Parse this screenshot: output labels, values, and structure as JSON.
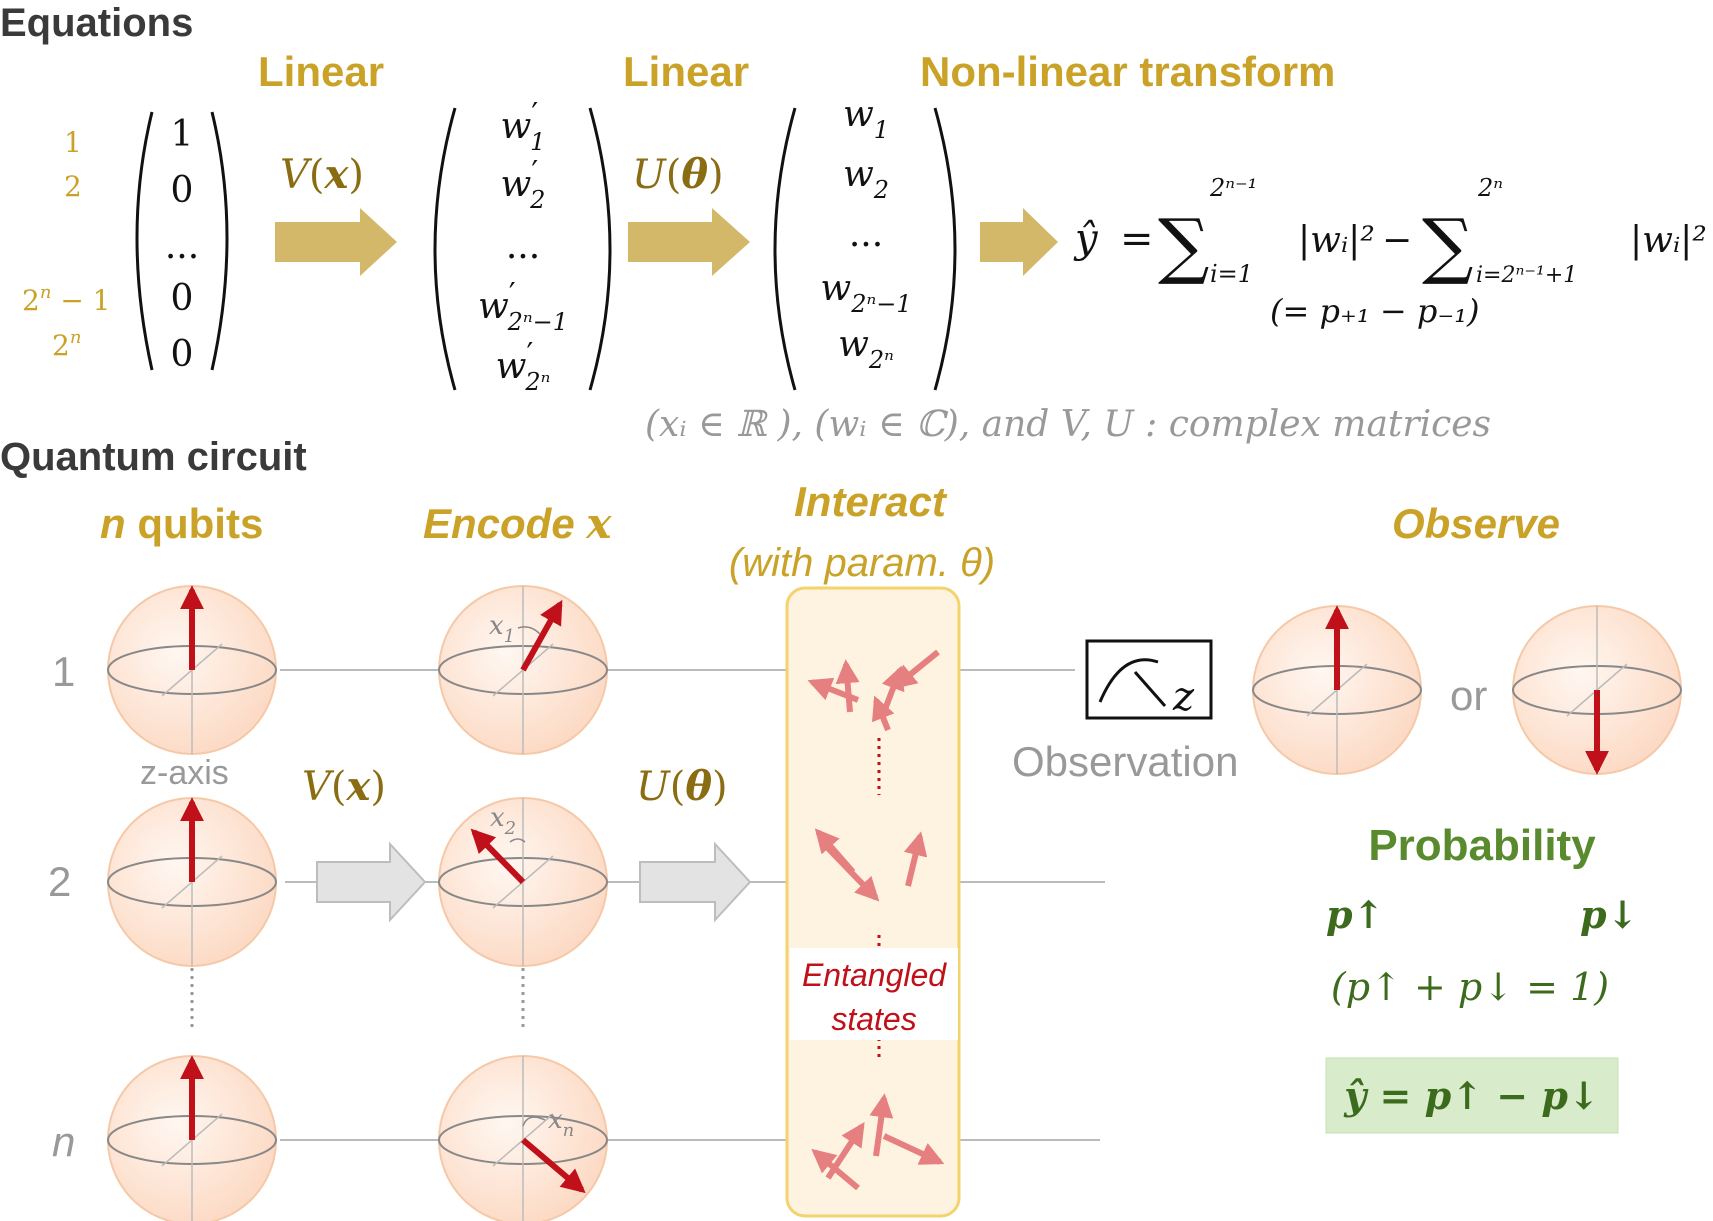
{
  "colors": {
    "gold": "#c9a227",
    "dark_gold": "#8a6d12",
    "gray": "#999999",
    "dark": "#3a3a3a",
    "red": "#c0101a",
    "pink_arrow": "#e57f80",
    "green": "#5a8a2e",
    "dark_green": "#3c6b1e",
    "green_box": "#d8eccb",
    "panel_fill": "#fdf3e0",
    "panel_stroke": "#f3d36d",
    "sphere": "#fcdcc7"
  },
  "equations": {
    "heading": "Equations",
    "linear_label_1": "Linear",
    "linear_label_2": "Linear",
    "nonlinear_label": "Non-linear transform",
    "row_index_1": "1",
    "row_index_2": "2",
    "row_index_n1_base": "2",
    "row_index_n1_exp": "n",
    "row_index_n1_tail": " − 1",
    "row_index_n_base": "2",
    "row_index_n_exp": "n",
    "input_vector": [
      "1",
      "0",
      "...",
      "0",
      "0"
    ],
    "op_V_letter": "V",
    "op_V_arg": "x",
    "op_U_letter": "U",
    "op_U_arg": "θ",
    "wprime_entries": [
      {
        "base": "w",
        "sub": "1",
        "prime": "′"
      },
      {
        "base": "w",
        "sub": "2",
        "prime": "′"
      },
      {
        "base": "...",
        "sub": "",
        "prime": ""
      },
      {
        "base": "w",
        "sub": "2ⁿ−1",
        "prime": "′"
      },
      {
        "base": "w",
        "sub": "2ⁿ",
        "prime": "′"
      }
    ],
    "w_entries": [
      {
        "base": "w",
        "sub": "1"
      },
      {
        "base": "w",
        "sub": "2"
      },
      {
        "base": "...",
        "sub": ""
      },
      {
        "base": "w",
        "sub": "2ⁿ−1"
      },
      {
        "base": "w",
        "sub": "2ⁿ"
      }
    ],
    "yhat": "ŷ",
    "equals": "=",
    "sum_symbol": "∑",
    "sum1_upper": "2ⁿ⁻¹",
    "sum1_lower": "i=1",
    "sum2_upper": "2ⁿ",
    "sum2_lower": "i=2ⁿ⁻¹+1",
    "term": "|wᵢ|²",
    "minus": "−",
    "prob_note": "(= p₊₁ − p₋₁)",
    "footnote": "(xᵢ ∈ ℝ ), (wᵢ ∈ ℂ), and V, U : complex matrices"
  },
  "circuit": {
    "heading": "Quantum circuit",
    "col_n_qubits_n": "n",
    "col_n_qubits_rest": " qubits",
    "col_encode_text": "Encode ",
    "col_encode_var": "x",
    "col_interact": "Interact",
    "col_interact_sub": "(with param. θ)",
    "col_observe": "Observe",
    "row_labels": [
      "1",
      "2",
      "n"
    ],
    "z_axis": "z-axis",
    "op_V_letter": "V",
    "op_V_arg": "x",
    "op_U_letter": "U",
    "op_U_arg": "θ",
    "angle_labels": [
      {
        "base": "x",
        "sub": "1"
      },
      {
        "base": "x",
        "sub": "2"
      },
      {
        "base": "x",
        "sub": "n"
      }
    ],
    "entangled": [
      "Entangled",
      "states"
    ],
    "meter_label": "z",
    "observation": "Observation",
    "or": "or",
    "probability": "Probability",
    "p_up": "p↑",
    "p_down": "p↓",
    "p_sum": "(p↑ + p↓ = 1)",
    "yhat_box": "ŷ = p↑ − p↓"
  }
}
